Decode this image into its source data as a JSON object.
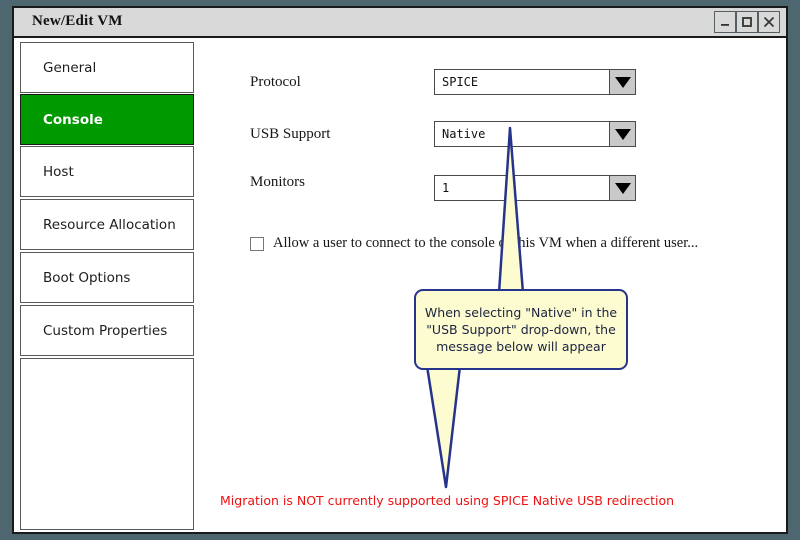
{
  "window": {
    "title": "New/Edit VM",
    "controls": [
      {
        "name": "minimize-button",
        "glyph": "minimize"
      },
      {
        "name": "maximize-button",
        "glyph": "maximize"
      },
      {
        "name": "close-button",
        "glyph": "close"
      }
    ]
  },
  "colors": {
    "desktop_background": "#4d6670",
    "titlebar": "#d9d9d9",
    "selected_tab": "#009900",
    "callout_fill": "#fdfbd0",
    "callout_border": "#26348c",
    "warning_text": "#ee1111"
  },
  "sidebar": {
    "items": [
      {
        "label": "General",
        "selected": false
      },
      {
        "label": "Console",
        "selected": true
      },
      {
        "label": "Host",
        "selected": false
      },
      {
        "label": "Resource Allocation",
        "selected": false
      },
      {
        "label": "Boot Options",
        "selected": false
      },
      {
        "label": "Custom Properties",
        "selected": false
      }
    ]
  },
  "form": {
    "fields": [
      {
        "label": "Protocol",
        "value": "SPICE"
      },
      {
        "label": "USB Support",
        "value": "Native"
      },
      {
        "label": "Monitors",
        "value": "1"
      }
    ],
    "checkbox": {
      "checked": false,
      "label": "Allow a user to connect to the console of this VM when a different user..."
    },
    "warning_message": "Migration is NOT currently supported using SPICE Native USB redirection"
  },
  "callout": {
    "text": "When selecting \"Native\" in the\n\"USB Support\" drop-down, the\nmessage below will appear"
  }
}
